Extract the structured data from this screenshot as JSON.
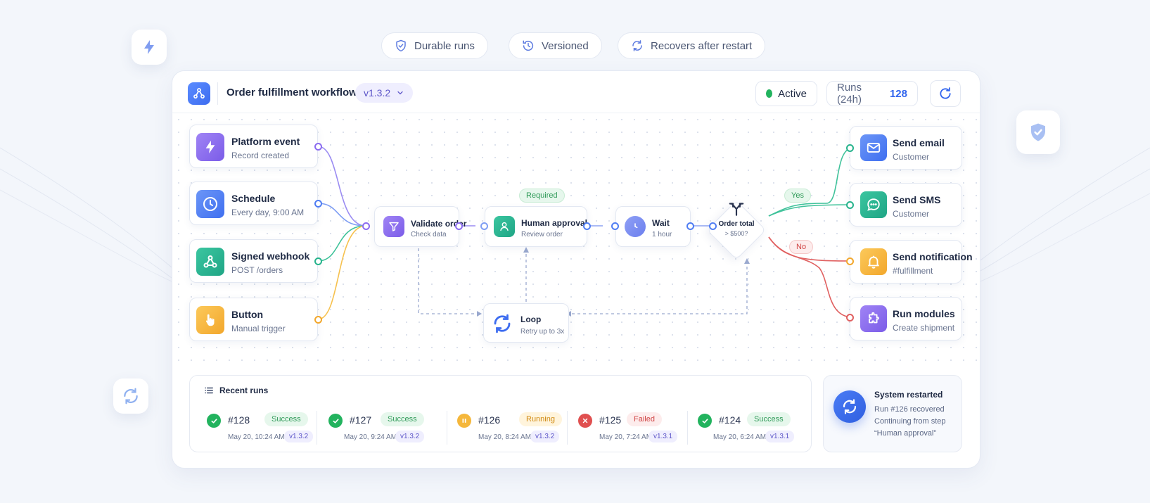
{
  "top_pills": [
    {
      "label": "Durable runs",
      "icon": "shield-icon"
    },
    {
      "label": "Versioned",
      "icon": "history-icon"
    },
    {
      "label": "Recovers after restart",
      "icon": "refresh-icon"
    }
  ],
  "header": {
    "title": "Order fulfillment workflow",
    "version": "v1.3.2",
    "status": "Active",
    "runs_label": "Runs (24h)",
    "runs_count": "128"
  },
  "triggers": [
    {
      "title": "Platform event",
      "subtitle": "Record created",
      "icon": "lightning-icon",
      "color": "#8b6cf0"
    },
    {
      "title": "Schedule",
      "subtitle": "Every day, 9:00 AM",
      "icon": "clock-icon",
      "color": "#4f7df3"
    },
    {
      "title": "Signed webhook",
      "subtitle": "POST /orders",
      "icon": "webhook-icon",
      "color": "#26b38c"
    },
    {
      "title": "Button",
      "subtitle": "Manual trigger",
      "icon": "hand-pointer-icon",
      "color": "#f7b73a"
    }
  ],
  "steps": {
    "validate": {
      "title": "Validate order",
      "subtitle": "Check data"
    },
    "approval": {
      "title": "Human approval",
      "subtitle": "Review order",
      "tag": "Required"
    },
    "wait": {
      "title": "Wait",
      "subtitle": "1 hour"
    },
    "decision": {
      "title": "Order total",
      "subtitle": "> $500?",
      "yes": "Yes",
      "no": "No"
    },
    "loop": {
      "title": "Loop",
      "subtitle": "Retry up to 3x"
    }
  },
  "actions": [
    {
      "title": "Send email",
      "subtitle": "Customer",
      "icon": "mail-icon",
      "color": "#4f7df3"
    },
    {
      "title": "Send SMS",
      "subtitle": "Customer",
      "icon": "chat-icon",
      "color": "#26b38c"
    },
    {
      "title": "Send notification",
      "subtitle": "#fulfillment",
      "icon": "bell-icon",
      "color": "#f7b73a"
    },
    {
      "title": "Run modules",
      "subtitle": "Create shipment",
      "icon": "puzzle-icon",
      "color": "#8b6cf0"
    }
  ],
  "recent_runs": {
    "title": "Recent runs",
    "items": [
      {
        "id": "#128",
        "status": "Success",
        "date": "May 20, 10:24 AM",
        "version": "v1.3.2"
      },
      {
        "id": "#127",
        "status": "Success",
        "date": "May 20, 9:24 AM",
        "version": "v1.3.2"
      },
      {
        "id": "#126",
        "status": "Running",
        "date": "May 20, 8:24 AM",
        "version": "v1.3.2"
      },
      {
        "id": "#125",
        "status": "Failed",
        "date": "May 20, 7:24 AM",
        "version": "v1.3.1"
      },
      {
        "id": "#124",
        "status": "Success",
        "date": "May 20, 6:24 AM",
        "version": "v1.3.1"
      }
    ]
  },
  "system": {
    "title": "System restarted",
    "line1": "Run #126 recovered",
    "line2": "Continuing from step",
    "line3": "“Human approval”"
  },
  "colors": {
    "purple": "#8b6cf0",
    "blue": "#4f7df3",
    "green": "#26b38c",
    "yellow": "#f7b73a",
    "red": "#e06060",
    "accent": "#3366ee"
  }
}
